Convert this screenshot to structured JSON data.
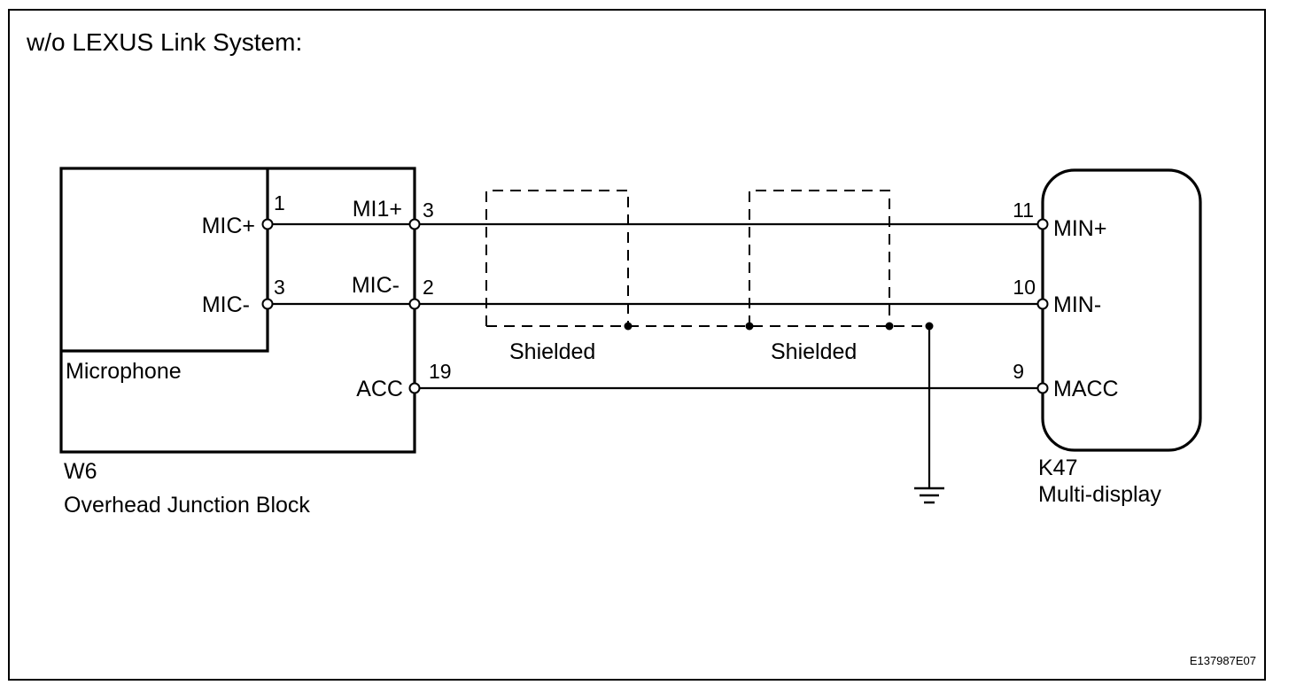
{
  "title": "w/o LEXUS Link System:",
  "figure_code": "E137987E07",
  "microphone": {
    "label": "Microphone"
  },
  "w6": {
    "code": "W6",
    "name": "Overhead Junction Block"
  },
  "k47": {
    "code": "K47",
    "name": "Multi-display"
  },
  "mic_pins": {
    "mic_plus_label": "MIC+",
    "mic_plus_num": "1",
    "mic_minus_label": "MIC-",
    "mic_minus_num": "3"
  },
  "w6_pins": {
    "mi1_plus_label": "MI1+",
    "mi1_plus_num": "3",
    "mic_minus_label": "MIC-",
    "mic_minus_num": "2",
    "acc_label": "ACC",
    "acc_num": "19"
  },
  "k47_pins": {
    "min_plus_label": "MIN+",
    "min_plus_num": "11",
    "min_minus_label": "MIN-",
    "min_minus_num": "10",
    "macc_label": "MACC",
    "macc_num": "9"
  },
  "shields": [
    "Shielded",
    "Shielded"
  ]
}
